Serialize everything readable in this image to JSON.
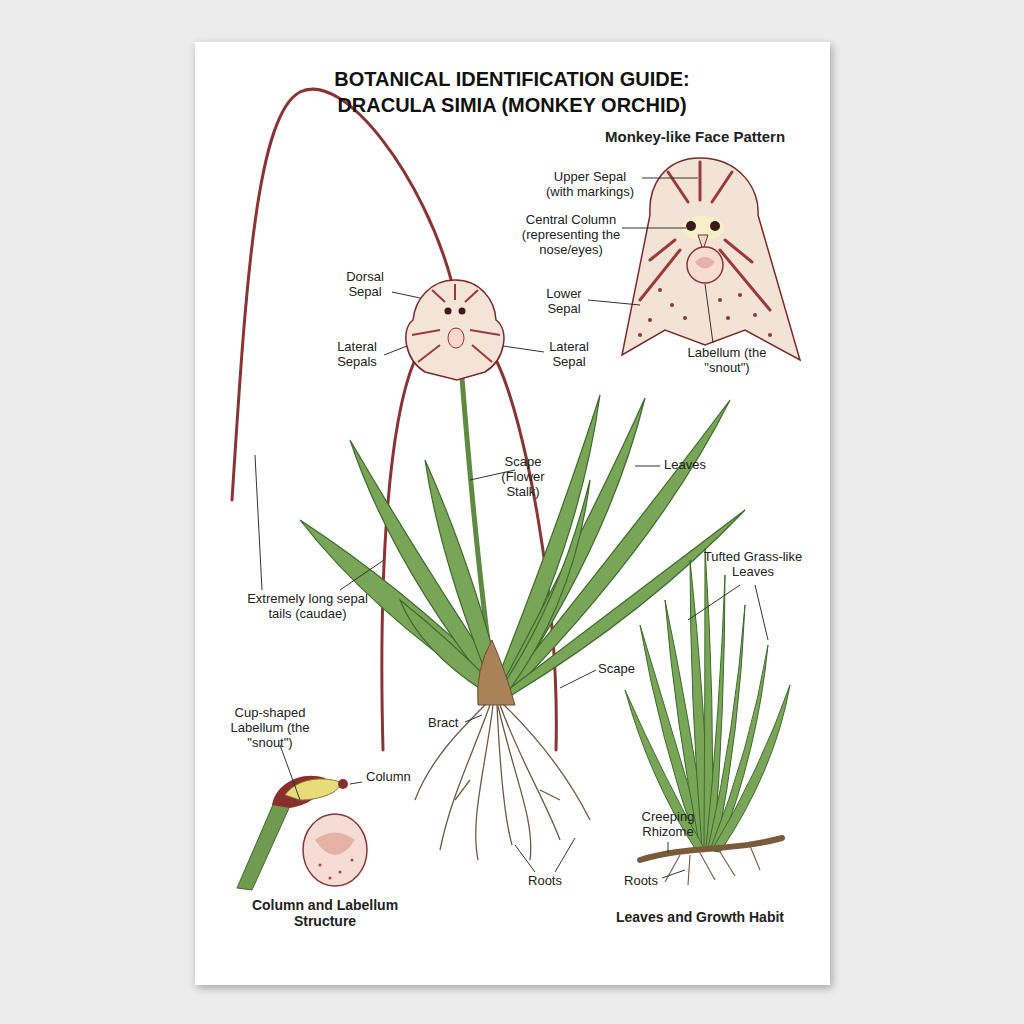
{
  "diagram": {
    "title": "BOTANICAL IDENTIFICATION GUIDE: DRACULA SIMIA (MONKEY ORCHID)",
    "labels": [
      "Monkey-like Face Pattern",
      "Upper Sepal (with markings)",
      "Central Column (representing the nose/eyes)",
      "Lower Sepal",
      "Labellum (the \"snout\")",
      "Dorsal Sepal",
      "Lateral Sepals",
      "Lateral Sepal",
      "Scape (Flower Stalk)",
      "Leaves",
      "Tufted Grass-like Leaves",
      "Extremely long sepal tails (caudae)",
      "Scape",
      "Cup-shaped Labellum (the \"snout\")",
      "Column",
      "Bract",
      "Roots",
      "Creeping Rhizome",
      "Roots",
      "Column and Labellum Structure",
      "Leaves and Growth Habit"
    ]
  }
}
